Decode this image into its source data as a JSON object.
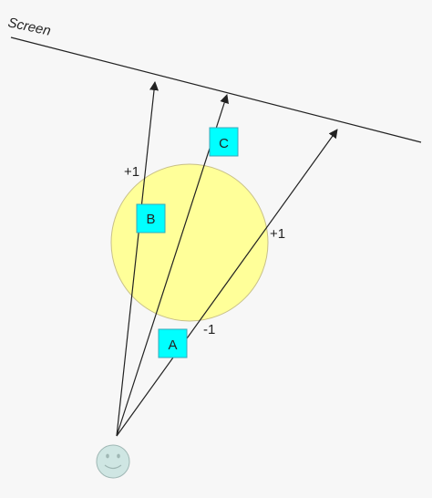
{
  "screen": {
    "label": "Screen"
  },
  "boxes": [
    {
      "label": "A"
    },
    {
      "label": "B"
    },
    {
      "label": "C"
    }
  ],
  "ray_labels": {
    "left": "+1",
    "right": "+1",
    "bottom": "-1"
  },
  "colors": {
    "background": "#f7f7f7",
    "line": "#222222",
    "circle_fill": "#ffff99",
    "circle_stroke": "#c8c088",
    "box_fill": "#00ffff",
    "box_stroke": "#3aa7b8",
    "face_fill": "#cfe6e3",
    "face_stroke": "#9fb7b4"
  },
  "icons": {
    "observer": "smiley-face-icon"
  }
}
